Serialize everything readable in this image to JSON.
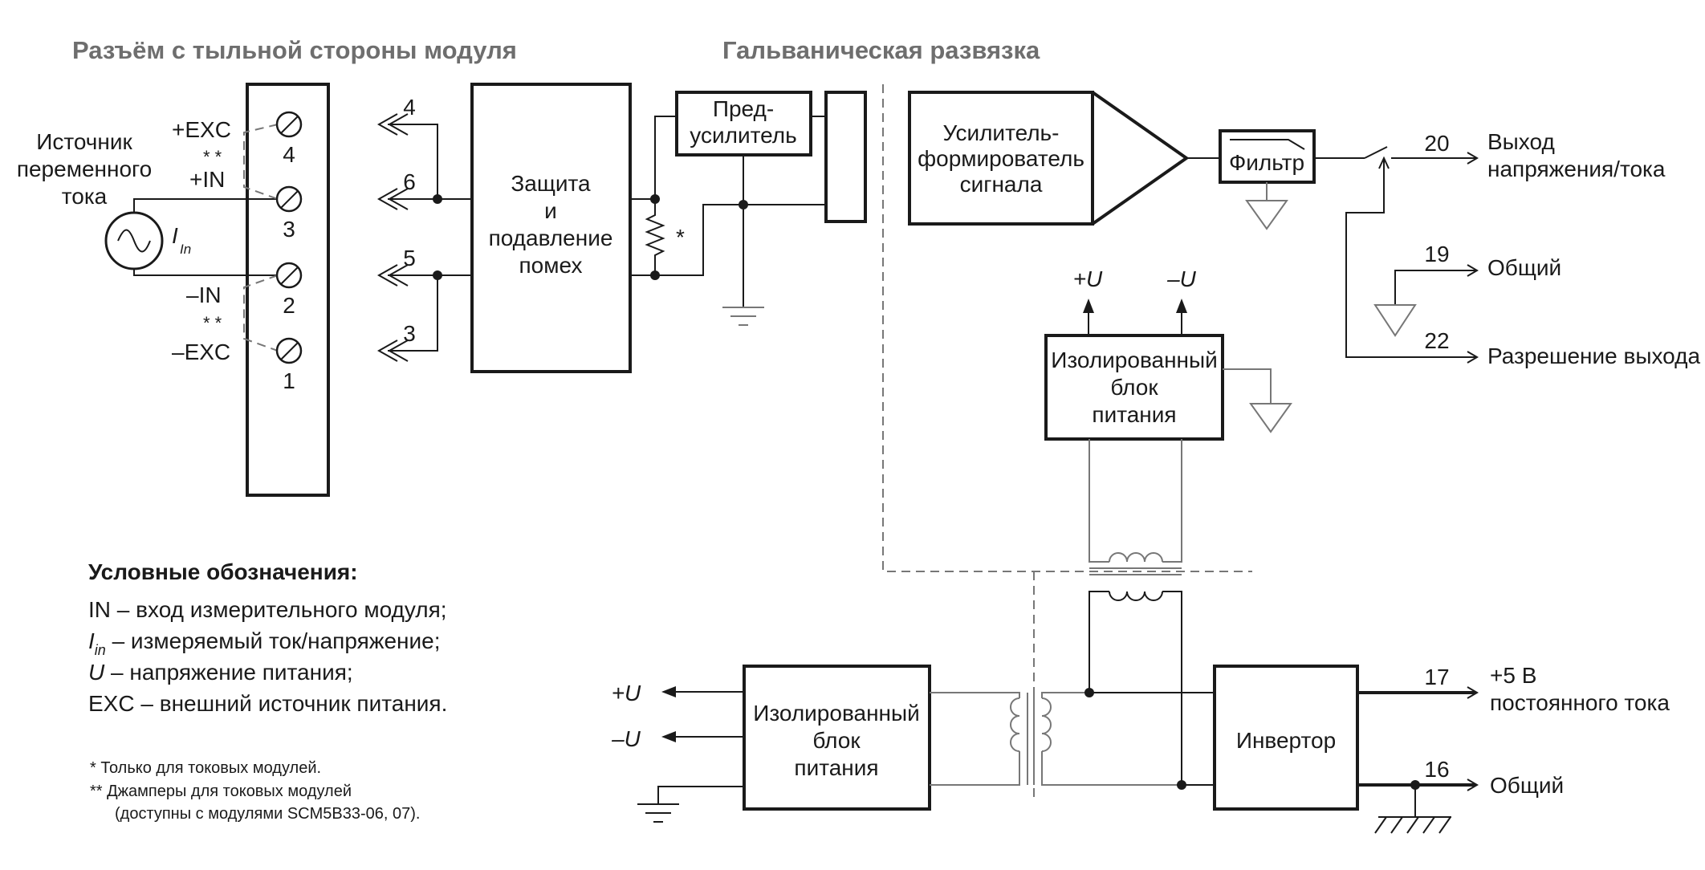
{
  "headers": {
    "connector": "Разъём с тыльной стороны модуля",
    "isolation": "Гальваническая развязка"
  },
  "source": {
    "label": [
      "Источник",
      "переменного",
      "тока"
    ],
    "current": "I",
    "current_sub": "In"
  },
  "terminals": {
    "exc_plus": "+EXC",
    "in_plus": "+IN",
    "in_minus": "–IN",
    "exc_minus": "–EXC",
    "jumper": "* *",
    "numbers": [
      "4",
      "3",
      "2",
      "1"
    ]
  },
  "pins_left": [
    "4",
    "6",
    "5",
    "3"
  ],
  "blocks": {
    "protection": [
      "Защита",
      "и",
      "подавление",
      "помех"
    ],
    "preamp": [
      "Пред-",
      "усилитель"
    ],
    "shaper": [
      "Усилитель-",
      "формирователь",
      "сигнала"
    ],
    "filter": "Фильтр",
    "psu_top": [
      "Изолированный",
      "блок",
      "питания"
    ],
    "psu_bottom": [
      "Изолированный",
      "блок",
      "питания"
    ],
    "inverter": "Инвертор"
  },
  "resistor_note": "*",
  "supply": {
    "plus_u": "+U",
    "minus_u": "–U"
  },
  "outputs": [
    {
      "pin": "20",
      "label": [
        "Выход",
        "напряжения/тока"
      ]
    },
    {
      "pin": "19",
      "label": [
        "Общий"
      ]
    },
    {
      "pin": "22",
      "label": [
        "Разрешение выхода"
      ]
    },
    {
      "pin": "17",
      "label": [
        "+5 В",
        "постоянного тока"
      ]
    },
    {
      "pin": "16",
      "label": [
        "Общий"
      ]
    }
  ],
  "legend": {
    "title": "Условные обозначения:",
    "lines": [
      {
        "sym": "IN",
        "text": " – вход измерительного модуля;"
      },
      {
        "sym": "I",
        "sub": "in",
        "text": " – измеряемый ток/напряжение;"
      },
      {
        "sym": "U",
        "text": " – напряжение питания;"
      },
      {
        "sym": "EXC",
        "text": " – внешний источник питания."
      }
    ]
  },
  "notes": [
    "*   Только для токовых модулей.",
    "** Джамперы для токовых модулей",
    "(доступны с модулями SCM5B33-06, 07)."
  ]
}
